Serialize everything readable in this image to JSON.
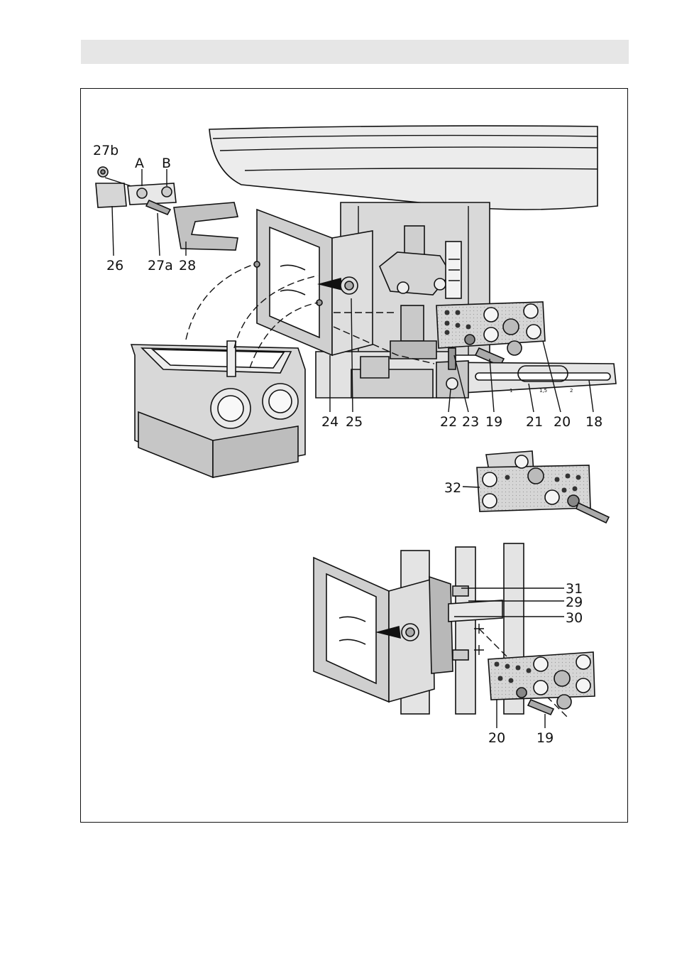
{
  "labels": {
    "l27b": "27b",
    "lA": "A",
    "lB": "B",
    "l26": "26",
    "l27a": "27a",
    "l28": "28",
    "l24": "24",
    "l25": "25",
    "l22": "22",
    "l23": "23",
    "l19a": "19",
    "l21": "21",
    "l20a": "20",
    "l18": "18",
    "l32": "32",
    "l31": "31",
    "l29": "29",
    "l30": "30",
    "l20b": "20",
    "l19b": "19"
  },
  "scale": {
    "t1": "1",
    "t15": "1,5",
    "t2": "2"
  },
  "colors": {
    "part_fill": "#d9d9d9",
    "part_dark": "#9a9a9a",
    "line": "#111111",
    "header": "#e6e6e6"
  }
}
